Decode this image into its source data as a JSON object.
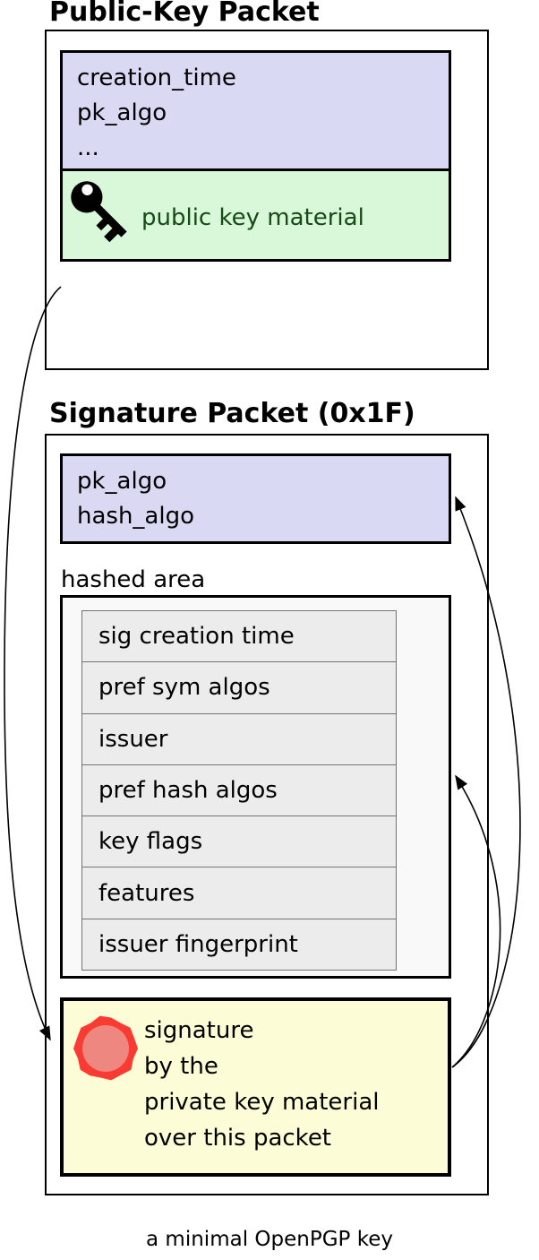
{
  "diagram": {
    "public_key_packet": {
      "title": "Public-Key Packet",
      "header_fields": [
        "creation_time",
        "pk_algo",
        "..."
      ],
      "key_material_label": "public key material"
    },
    "signature_packet": {
      "title": "Signature Packet (0x1F)",
      "header_fields": [
        "pk_algo",
        "hash_algo"
      ],
      "hashed_area_label": "hashed area",
      "hashed_subpackets": [
        "sig creation time",
        "pref sym algos",
        "issuer",
        "pref hash algos",
        "key flags",
        "features",
        "issuer fingerprint"
      ],
      "signature_note_lines": [
        "signature",
        "by the",
        "private key material",
        "over this packet"
      ]
    },
    "caption": "a minimal OpenPGP key",
    "colors": {
      "header_fill": "#d9d9f3",
      "key_material_fill": "#d9f7d9",
      "key_material_text": "#164a16",
      "hashed_area_fill": "#f9f9f9",
      "subpacket_fill": "#ececec",
      "signature_fill": "#fcfcd6",
      "seal_outer_red": "#f93b33",
      "seal_inner_red": "#ef8781",
      "line_color": "#000000"
    }
  }
}
